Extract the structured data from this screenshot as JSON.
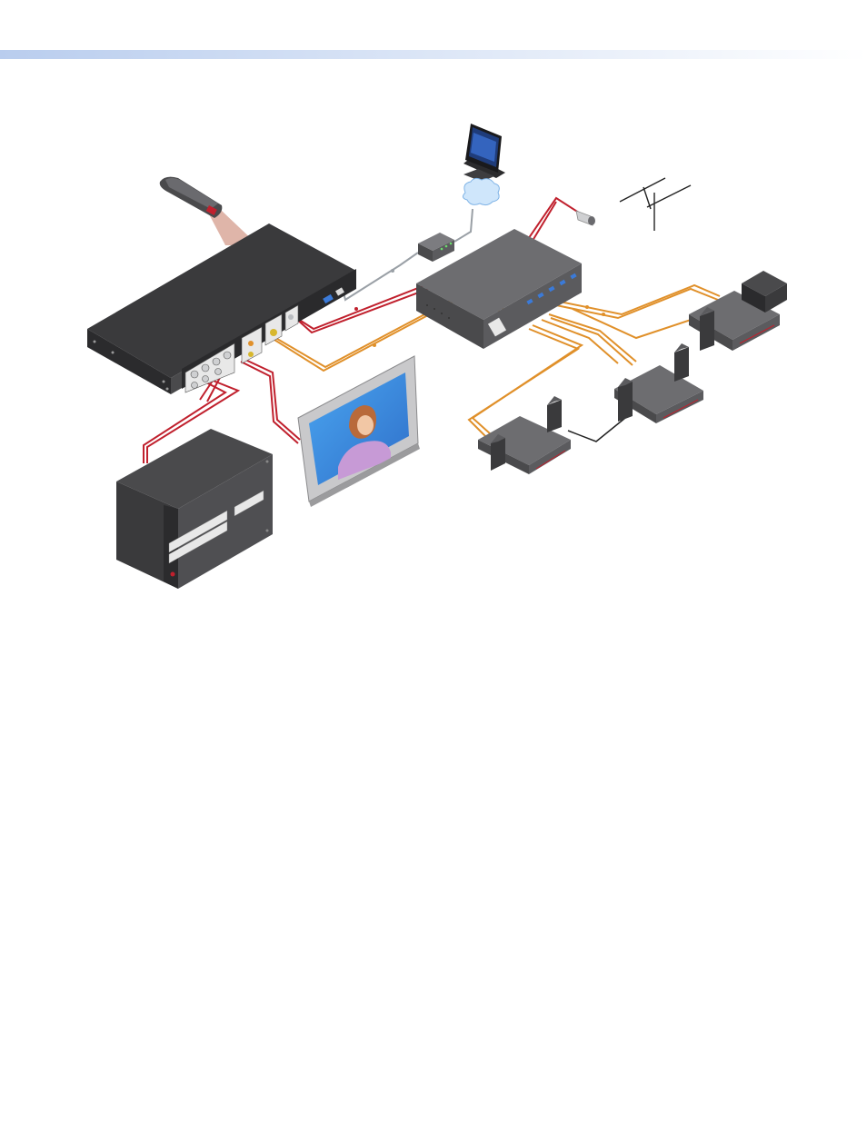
{
  "header": {
    "bar_color_start": "#b9cdee",
    "bar_color_end": "#ffffff"
  },
  "colors": {
    "red_cable": "#c0202d",
    "orange_cable": "#e0902a",
    "grey_cable": "#9aa0a6",
    "device_dark": "#3a3a3c",
    "device_mid": "#5b5b5e",
    "device_light": "#7c7c80",
    "ir_beam": "#d9a89a",
    "network_cloud": "#cfe6fb",
    "tv_frame": "#c9c9cb",
    "touchpanel_screen": "#1f3c7a"
  },
  "diagram": {
    "devices": [
      {
        "id": "ir-remote",
        "icon": "remote-control-icon"
      },
      {
        "id": "av-receiver",
        "icon": "rack-receiver-icon"
      },
      {
        "id": "matrix-switcher",
        "icon": "matrix-switcher-icon"
      },
      {
        "id": "flat-panel-display",
        "icon": "display-icon"
      },
      {
        "id": "touch-panel",
        "icon": "touchpanel-icon"
      },
      {
        "id": "network",
        "icon": "cloud-icon"
      },
      {
        "id": "network-interface",
        "icon": "interface-box-icon"
      },
      {
        "id": "camera",
        "icon": "camera-icon"
      },
      {
        "id": "antenna",
        "icon": "antenna-icon"
      },
      {
        "id": "distribution-amplifier",
        "icon": "distribution-amp-icon"
      },
      {
        "id": "receiver-endpoint-1",
        "icon": "endpoint-icon"
      },
      {
        "id": "receiver-endpoint-2",
        "icon": "endpoint-icon"
      },
      {
        "id": "receiver-endpoint-3",
        "icon": "endpoint-icon"
      }
    ]
  }
}
